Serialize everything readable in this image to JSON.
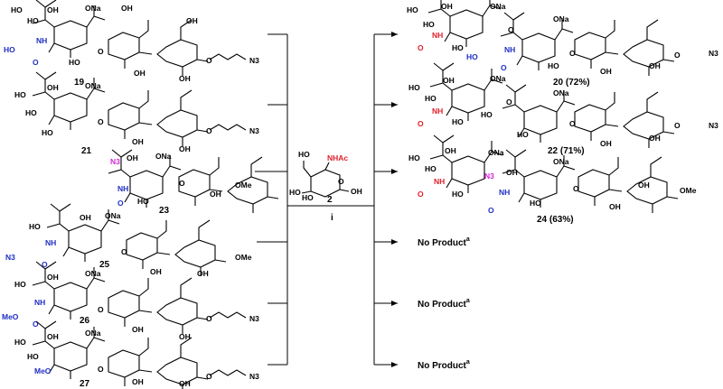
{
  "colors": {
    "black": "#000000",
    "blue": "#1f2fc4",
    "red": "#e0202a",
    "magenta": "#d42ad4"
  },
  "reagent": {
    "compound": "2",
    "condition": "i",
    "nhac": "NHAc",
    "oh": "OH"
  },
  "atoms": {
    "ONa": "ONa",
    "OH": "OH",
    "HO": "HO",
    "O": "O",
    "N3": "N3",
    "NH": "NH",
    "H": "H",
    "N": "N",
    "OMe": "OMe",
    "MeO": "MeO",
    "Me": "Me"
  },
  "starting_materials": [
    {
      "label": "19"
    },
    {
      "label": "21"
    },
    {
      "label": "23"
    },
    {
      "label": "25"
    },
    {
      "label": "26"
    },
    {
      "label": "27"
    }
  ],
  "products": [
    {
      "label": "20 (72%)"
    },
    {
      "label": "22 (71%)"
    },
    {
      "label": "24 (63%)"
    },
    {
      "label": "No Product",
      "superscript": "a"
    },
    {
      "label": "No Product",
      "superscript": "a"
    },
    {
      "label": "No Product",
      "superscript": "a"
    }
  ]
}
